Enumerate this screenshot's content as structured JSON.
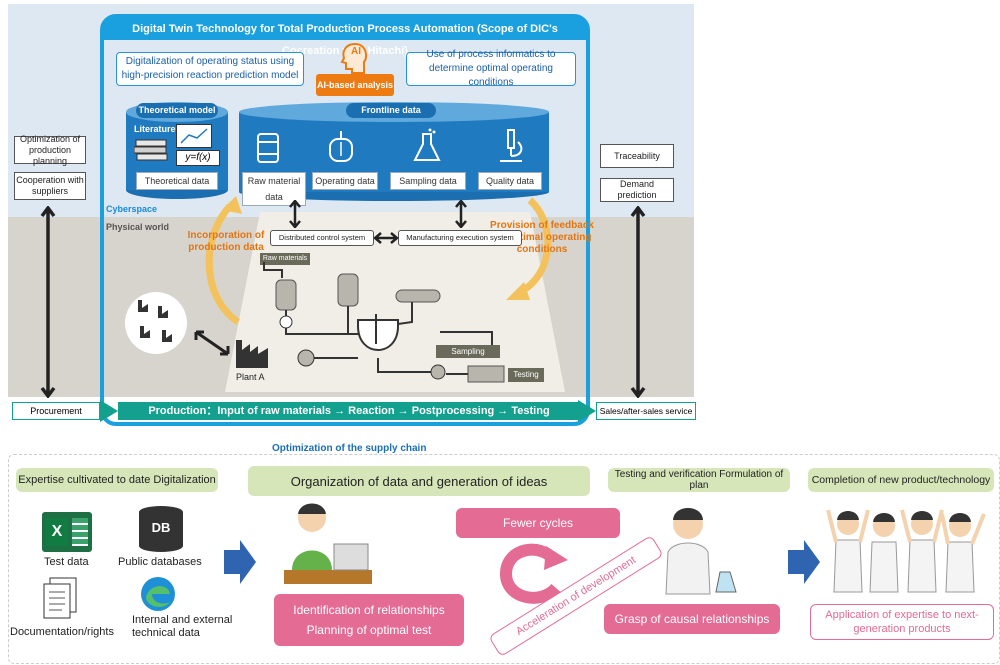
{
  "title": "Digital Twin Technology for Total Production Process Automation (Scope of DIC's Cocreation with Hitachi)",
  "callouts": {
    "left": "Digitalization of operating status using high-precision reaction prediction model",
    "right": "Use of process informatics to determine optimal operating conditions",
    "ai_badge": "AI",
    "ai": "AI-based analysis"
  },
  "theoretical": {
    "label": "Theoretical model",
    "literature": "Literature",
    "formula": "y=f(x)",
    "data": "Theoretical data"
  },
  "frontline": {
    "label": "Frontline data",
    "items": [
      "Raw material data",
      "Operating data",
      "Sampling data",
      "Quality data"
    ]
  },
  "spaces": {
    "cyber": "Cyberspace",
    "physical": "Physical world"
  },
  "feedback": {
    "incorporation": "Incorporation of production data",
    "provision": "Provision of feedback on optimal operating conditions"
  },
  "systems": {
    "dcs": "Distributed control system",
    "mes": "Manufacturing execution system"
  },
  "plant": {
    "raw_materials": "Raw materials",
    "sampling": "Sampling",
    "testing": "Testing",
    "plant_a": "Plant A"
  },
  "left_side": [
    "Optimization of production planning",
    "Cooperation with suppliers"
  ],
  "right_side": [
    "Traceability",
    "Demand prediction"
  ],
  "flow": {
    "procurement": "Procurement",
    "production": "Production：Input of raw materials → Reaction → Postprocessing → Testing",
    "sales": "Sales/after-sales service"
  },
  "supply_chain": "Optimization of the supply chain",
  "bottom": {
    "col1": {
      "head": "Expertise cultivated to date   Digitalization",
      "items": [
        "Test data",
        "Public databases",
        "Documentation/rights",
        "Internal and external technical data"
      ],
      "db": "DB"
    },
    "col2": {
      "head": "Organization of data and generation of ideas",
      "box": [
        "Identification of relationships",
        "Planning of optimal test"
      ]
    },
    "col3": {
      "fewer": "Fewer cycles",
      "accel": "Acceleration of development"
    },
    "col4": {
      "head": "Testing and verification   Formulation of plan",
      "box": "Grasp of causal relationships"
    },
    "col5": {
      "head": "Completion of new product/technology",
      "box": "Application of expertise to next-generation products"
    }
  }
}
